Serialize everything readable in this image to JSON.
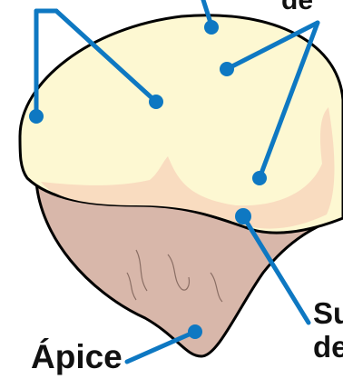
{
  "labels": {
    "apex": "Ápice",
    "surface_line1": "Su",
    "surface_line2": "de",
    "top_fragment": "de"
  },
  "colors": {
    "line_blue": "#0e78c2",
    "cartilage": "#fdf8d2",
    "ridge": "#f9dcc0",
    "bone": "#d8b7aa",
    "outline": "#000000"
  }
}
